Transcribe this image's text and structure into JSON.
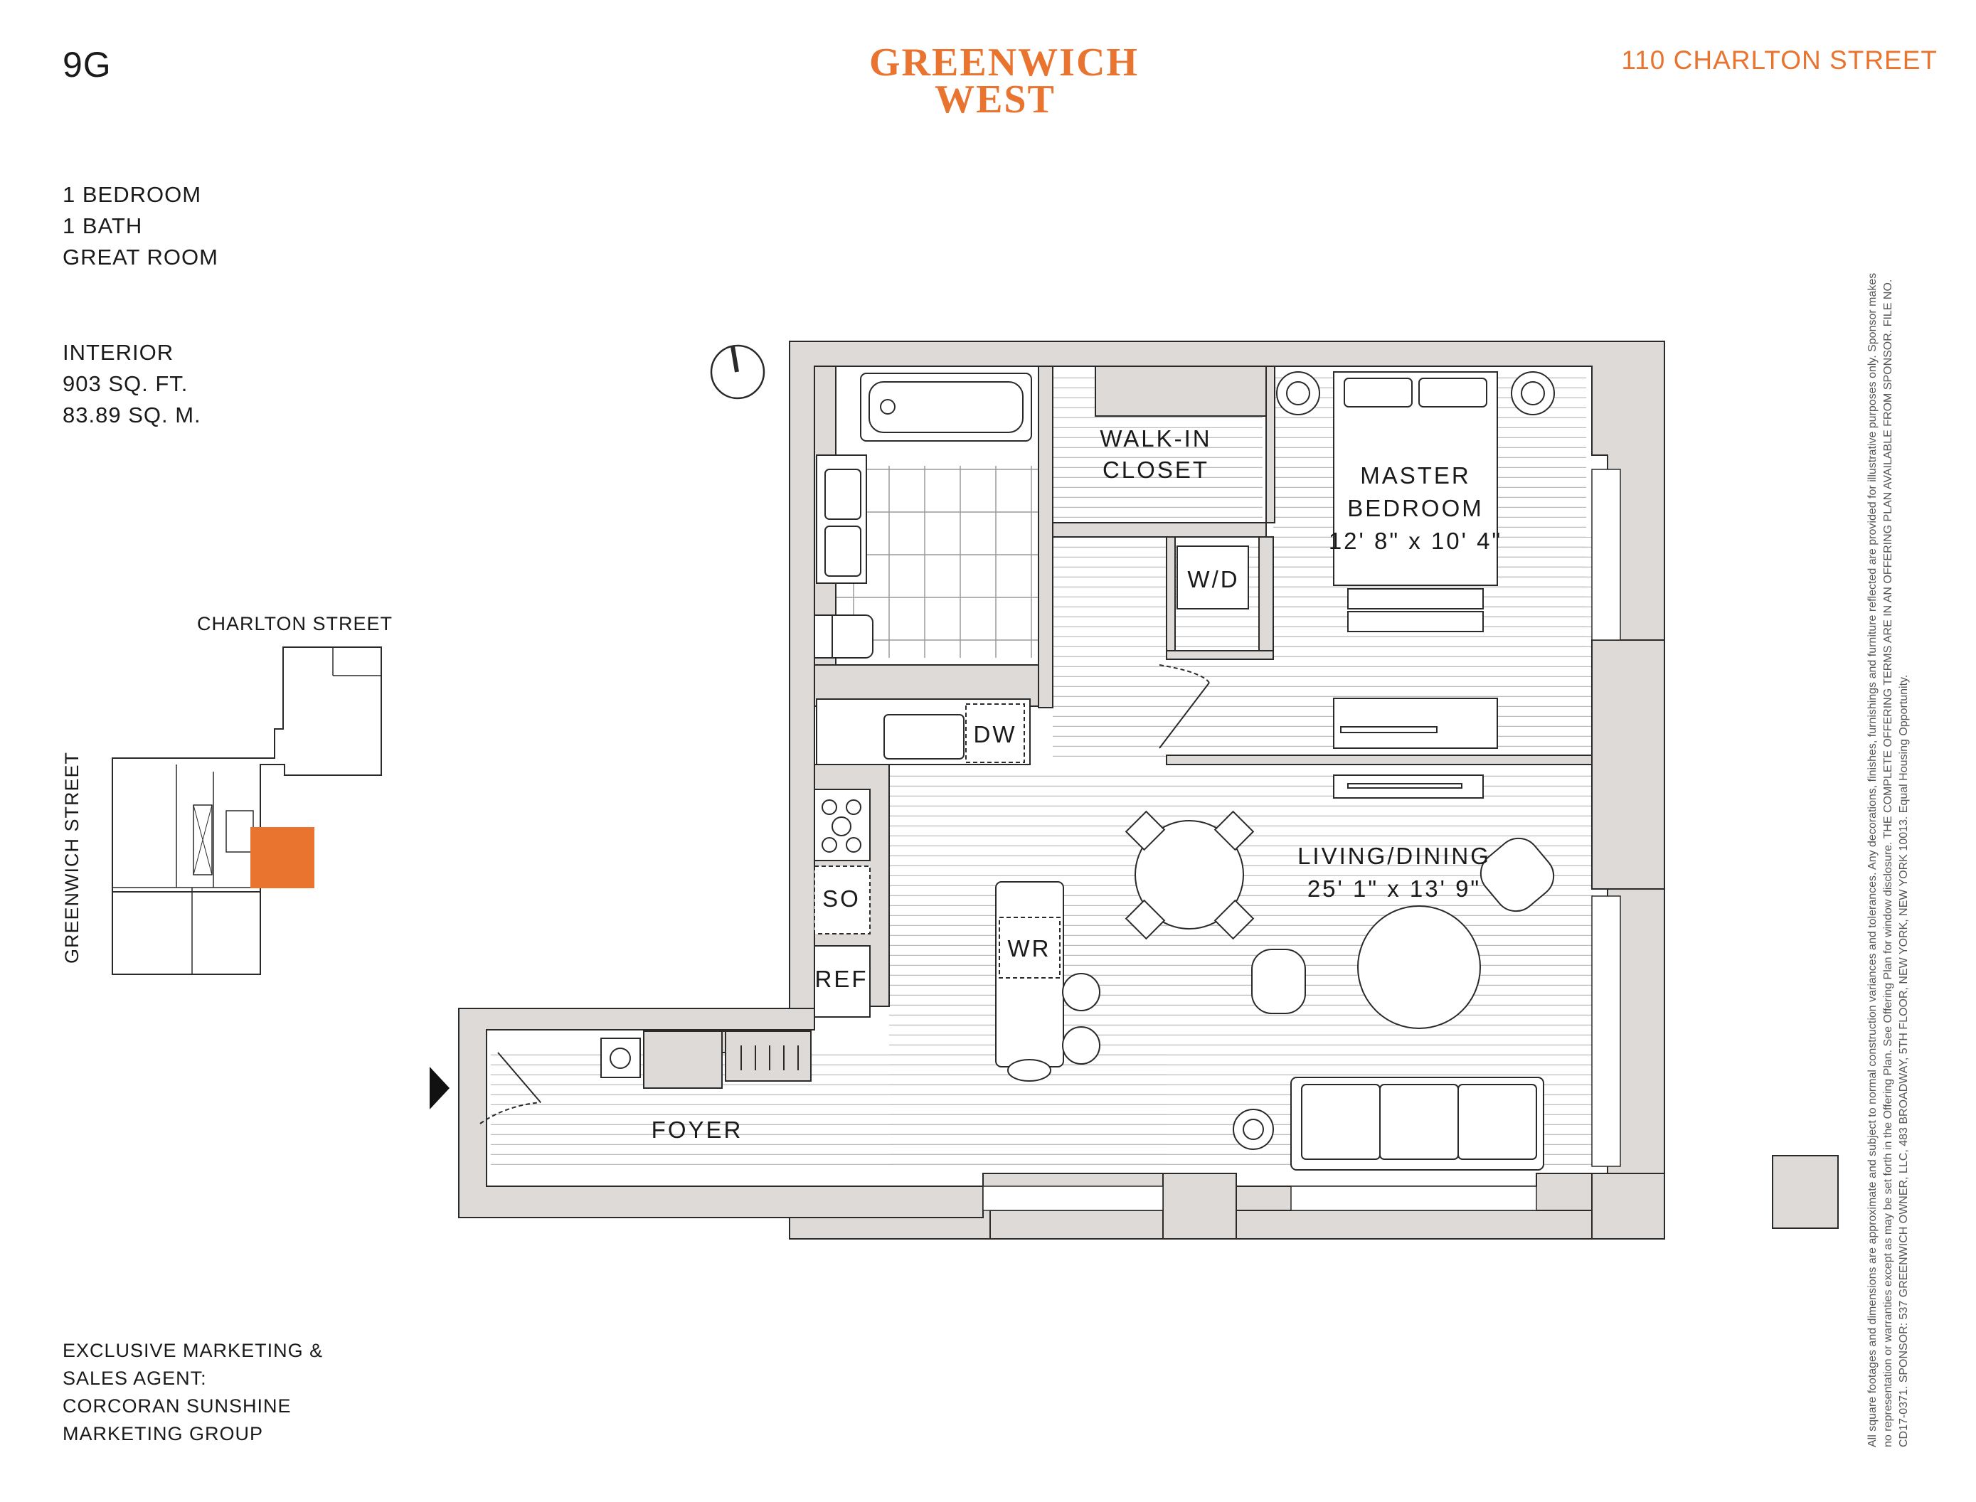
{
  "unit": "9G",
  "logo": {
    "line1": "GREENWICH",
    "line2": "WEST"
  },
  "address": "110 CHARLTON STREET",
  "layout": [
    "1 BEDROOM",
    "1 BATH",
    "GREAT ROOM"
  ],
  "interior": [
    "INTERIOR",
    "903 SQ. FT.",
    "83.89 SQ. M."
  ],
  "keyplan": {
    "street_top": "CHARLTON STREET",
    "street_side": "GREENWICH STREET"
  },
  "rooms": {
    "walkin": [
      "WALK-IN",
      "CLOSET"
    ],
    "master": [
      "MASTER",
      "BEDROOM",
      "12' 8\" x 10' 4\""
    ],
    "wd": "W/D",
    "dw": "DW",
    "so": "SO",
    "ref": "REF",
    "wr": "WR",
    "living": [
      "LIVING/DINING",
      "25' 1\" x 13' 9\""
    ],
    "foyer": "FOYER"
  },
  "agent": [
    "EXCLUSIVE MARKETING &",
    "SALES AGENT:",
    "CORCORAN SUNSHINE",
    "MARKETING GROUP"
  ],
  "disclaimer": [
    "All square footages and dimensions are approximate and subject to normal construction variances and tolerances. Any decorations, finishes, furnishings and furniture reflected are provided for illustrative purposes only. Sponsor makes",
    "no representation or warranties except as may be set forth in the Offering Plan. See Offering Plan for window disclosure. THE COMPLETE OFFERING TERMS ARE IN AN OFFERING PLAN AVAILABLE FROM SPONSOR. FILE NO.",
    "CD17-0371. SPONSOR: 537 GREENWICH OWNER, LLC, 483 BROADWAY, 5TH FLOOR, NEW YORK, NEW YORK 10013. Equal Housing Opportunity."
  ],
  "colors": {
    "accent": "#e8742f",
    "wall": "#dedad7",
    "line": "#2a2a2a"
  },
  "icons": {
    "north": "north-arrow-icon",
    "entry": "entry-arrow-icon"
  }
}
